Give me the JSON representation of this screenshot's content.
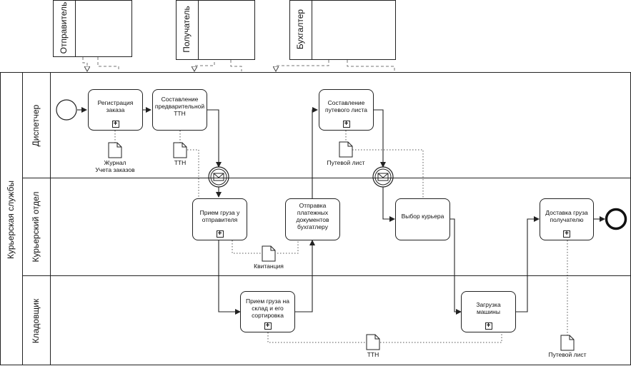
{
  "external_pools": [
    {
      "id": "sender",
      "label": "Отправитель"
    },
    {
      "id": "receiver",
      "label": "Получатель"
    },
    {
      "id": "accountant",
      "label": "Бухгалтер"
    }
  ],
  "main_pool": {
    "label": "Курьерская службы",
    "lanes": [
      {
        "id": "dispatcher",
        "label": "Диспетчер"
      },
      {
        "id": "courier_dept",
        "label": "Курьерский отдел"
      },
      {
        "id": "storekeeper",
        "label": "Кладовщик"
      }
    ]
  },
  "tasks": {
    "registration": "Регистрация заказа",
    "prelim_ttn": "Составление предварительной ТТН",
    "waybill": "Составление путевого листа",
    "pickup": "Прием груза у отправителя",
    "payment_docs": "Отправка платежных документов бухгатлеру",
    "courier_select": "Выбор курьера",
    "delivery": "Доставка груза получателю",
    "warehouse": "Прием груза на склад и его сортировка",
    "loading": "Загрузка машины"
  },
  "documents": {
    "journal": "Журнал Учета заказов",
    "ttn_top": "ТТН",
    "waybill_top": "Путевой лист",
    "receipt": "Квитанция",
    "ttn_bottom": "ТТН",
    "waybill_bottom": "Путевой лист"
  },
  "colors": {
    "stroke": "#222222",
    "background": "#ffffff"
  }
}
